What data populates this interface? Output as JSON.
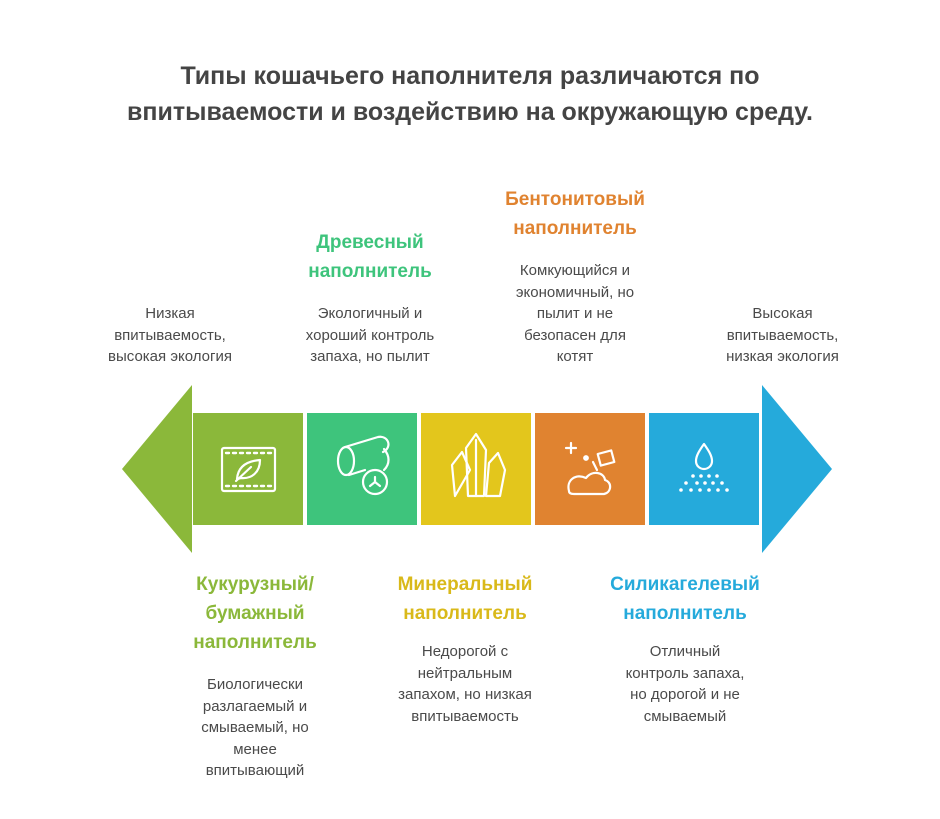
{
  "title": {
    "line1": "Типы кошачьего наполнителя различаются по",
    "line2": "впитываемости и воздействию на окружающую среду."
  },
  "ends": {
    "left": {
      "lines": [
        "Низкая",
        "впитываемость,",
        "высокая экология"
      ]
    },
    "right": {
      "lines": [
        "Высокая",
        "впитываемость,",
        "низкая экология"
      ]
    }
  },
  "segments": [
    {
      "label": [
        "Кукурузный/",
        "бумажный",
        "наполнитель"
      ],
      "desc": [
        "Биологически",
        "разлагаемый и",
        "смываемый, но",
        "менее",
        "впитывающий"
      ],
      "color": "#8bb83a",
      "icon": "leaf-frame-icon"
    },
    {
      "label": [
        "Древесный",
        "наполнитель"
      ],
      "desc": [
        "Экологичный и",
        "хороший контроль",
        "запаха, но пылит"
      ],
      "color": "#3ec47c",
      "icon": "wood-log-icon"
    },
    {
      "label": [
        "Минеральный",
        "наполнитель"
      ],
      "desc": [
        "Недорогой с",
        "нейтральным",
        "запахом, но низкая",
        "впитываемость"
      ],
      "color": "#e3c61c",
      "icon": "crystal-icon"
    },
    {
      "label": [
        "Бентонитовый",
        "наполнитель"
      ],
      "desc": [
        "Комкующийся и",
        "экономичный, но",
        "пылит и не",
        "безопасен для",
        "котят"
      ],
      "color": "#e08330",
      "icon": "clumping-clay-icon"
    },
    {
      "label": [
        "Силикагелевый",
        "наполнитель"
      ],
      "desc": [
        "Отличный",
        "контроль запаха,",
        "но дорогой и не",
        "смываемый"
      ],
      "color": "#25aadb",
      "icon": "water-drop-icon"
    }
  ],
  "colors": {
    "title": "#444444",
    "text": "#4a4a4a",
    "leftArrow": "#8bb83a",
    "rightArrow": "#25aadb",
    "labelCorn": "#8bb83a",
    "labelWood": "#3ec47c",
    "labelMineral": "#d9b91a",
    "labelBentonite": "#e08330",
    "labelSilica": "#25aadb"
  }
}
